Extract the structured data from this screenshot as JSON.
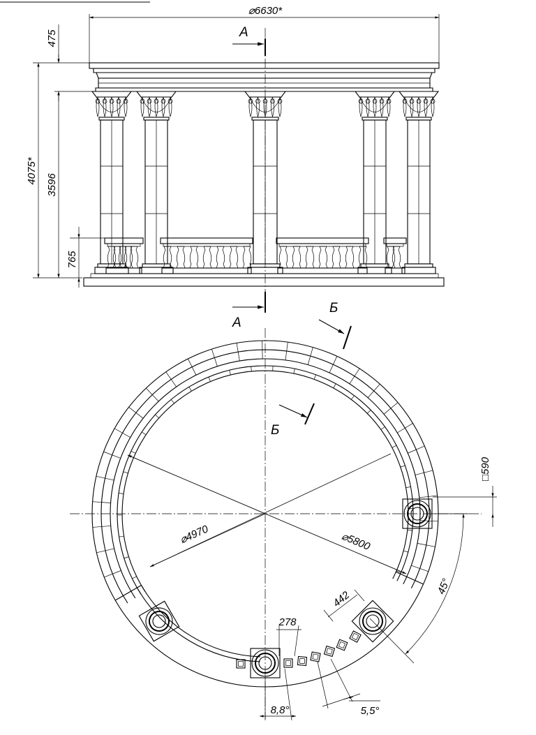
{
  "elevation": {
    "overall_diameter": "⌀6630*",
    "height_total": "4075*",
    "height_columns": "3596",
    "height_entablature": "475",
    "height_balustrade": "765",
    "section_label_top": "А",
    "section_label_bottom": "А"
  },
  "plan": {
    "section_label_b1": "Б",
    "section_label_b2": "Б",
    "diameter_inner": "⌀4970",
    "diameter_outer": "⌀5800",
    "base_size": "□590",
    "angle_columns": "45°",
    "post_size": "278",
    "post_spacing": "442",
    "angle_small_1": "8,8°",
    "angle_small_2": "5,5°"
  }
}
